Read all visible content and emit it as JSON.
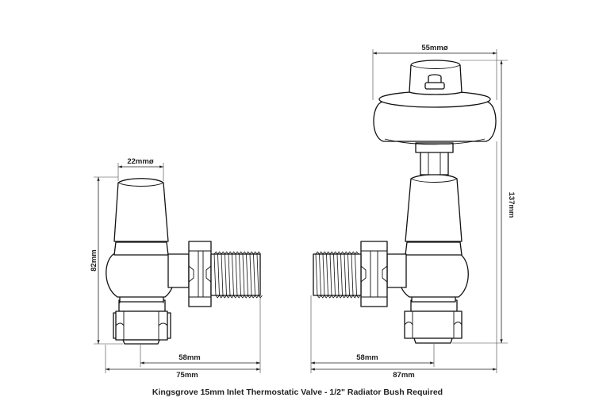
{
  "caption": "Kingsgrove 15mm Inlet Thermostatic Valve - 1/2\" Radiator Bush Required",
  "dimensions": {
    "left_head_diameter": "22mmø",
    "left_height": "82mm",
    "left_inner_width": "58mm",
    "left_overall_width": "75mm",
    "right_head_diameter": "55mmø",
    "right_height": "137mm",
    "right_inner_width": "58mm",
    "right_overall_width": "87mm"
  }
}
